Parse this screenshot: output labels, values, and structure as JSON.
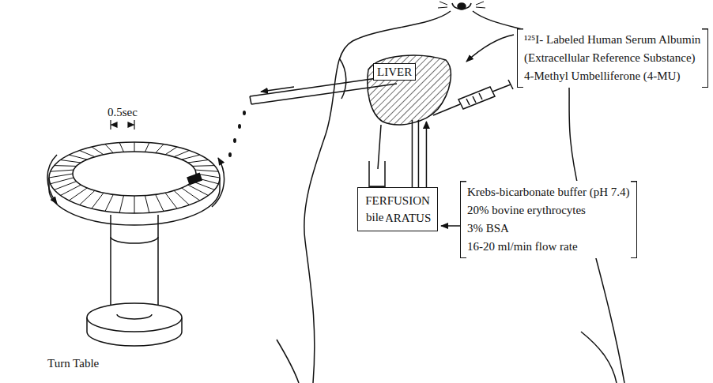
{
  "diagram": {
    "nodes": [
      {
        "text": [
          "LIVER"
        ]
      },
      {
        "text": [
          "FERFUSION APPARATUS"
        ]
      }
    ],
    "edges": [
      {
        "from": 1,
        "to": 0,
        "arrow": "to"
      }
    ],
    "labels": [
      "¹²⁵I- Labeled Human Serum Albumin",
      "(Extracellular Reference Substance)",
      "4-Methyl Umbelliferone (4-MU)",
      "0.5sec",
      "bile",
      "Krebs-bicarbonate buffer (pH 7.4)",
      "20% bovine erythrocytes",
      "3% BSA",
      "16-20 ml/min flow rate",
      "Turn Table"
    ]
  }
}
